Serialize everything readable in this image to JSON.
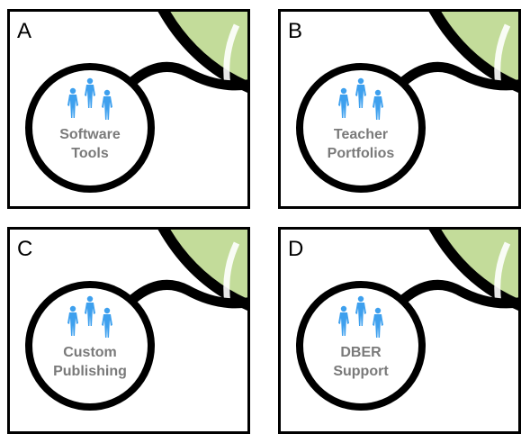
{
  "panels": [
    {
      "letter": "A",
      "label_line1": "Software",
      "label_line2": "Tools"
    },
    {
      "letter": "B",
      "label_line1": "Teacher",
      "label_line2": "Portfolios"
    },
    {
      "letter": "C",
      "label_line1": "Custom",
      "label_line2": "Publishing"
    },
    {
      "letter": "D",
      "label_line1": "DBER",
      "label_line2": "Support"
    }
  ],
  "colors": {
    "outline": "#000000",
    "green_fill": "#c3dc9a",
    "people_icon": "#3ea0ee",
    "label_text": "#7a7a7a"
  },
  "icons": [
    "group-of-people-icon"
  ]
}
